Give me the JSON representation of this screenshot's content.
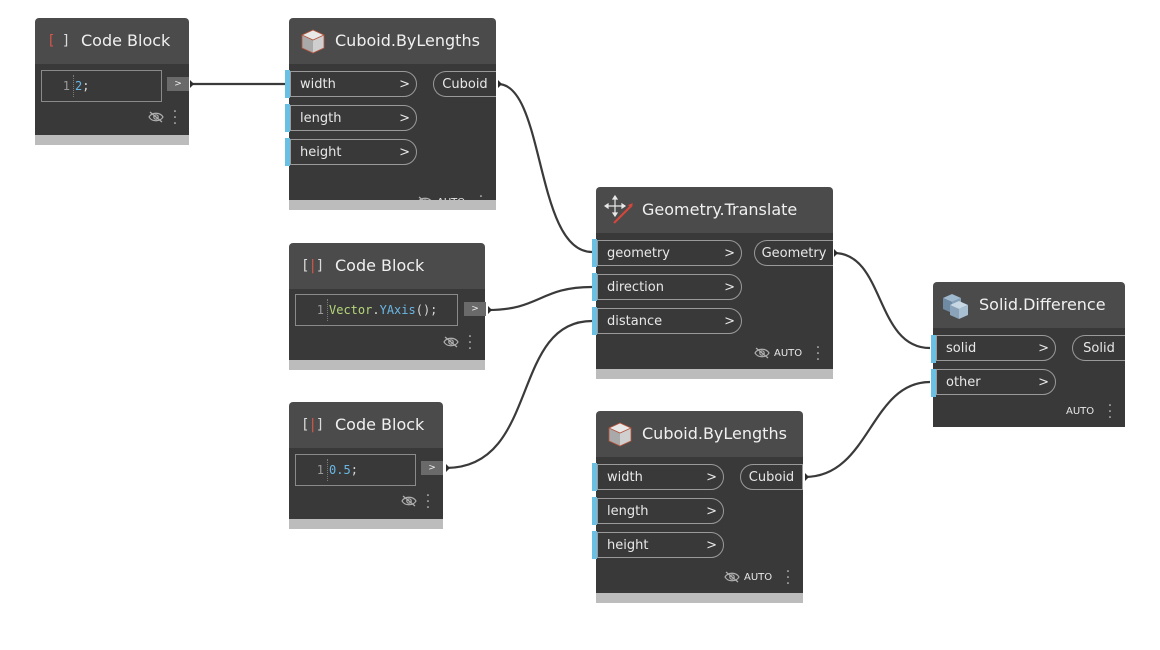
{
  "nodes": {
    "codeblock1": {
      "title": "Code Block",
      "line": "1",
      "code_value": "2",
      "code_end": ";",
      "out_label": ">"
    },
    "cuboid1": {
      "title": "Cuboid.ByLengths",
      "inputs": [
        "width",
        "length",
        "height"
      ],
      "output": "Cuboid",
      "lacing": "AUTO"
    },
    "codeblock2": {
      "title": "Code Block",
      "line": "1",
      "code_class": "Vector",
      "code_dot": ".",
      "code_method": "YAxis",
      "code_end": "();",
      "out_label": ">"
    },
    "codeblock3": {
      "title": "Code Block",
      "line": "1",
      "code_value": "0.5",
      "code_end": ";",
      "out_label": ">"
    },
    "translate": {
      "title": "Geometry.Translate",
      "inputs": [
        "geometry",
        "direction",
        "distance"
      ],
      "output": "Geometry",
      "lacing": "AUTO"
    },
    "cuboid2": {
      "title": "Cuboid.ByLengths",
      "inputs": [
        "width",
        "length",
        "height"
      ],
      "output": "Cuboid",
      "lacing": "AUTO"
    },
    "difference": {
      "title": "Solid.Difference",
      "inputs": [
        "solid",
        "other"
      ],
      "output": "Solid",
      "lacing": "AUTO"
    }
  },
  "port_arrow": ">",
  "icons": {
    "code_block": "code-block-icon",
    "cuboid": "cube-icon",
    "translate": "move-arrows-icon",
    "difference": "solid-difference-icon",
    "preview": "eye-slash-icon",
    "menu": "vertical-dots-icon"
  },
  "colors": {
    "node_header": "#4b4b4b",
    "node_body": "#393939",
    "port_accent": "#6ac0e2",
    "wire": "#3a3a3a"
  }
}
